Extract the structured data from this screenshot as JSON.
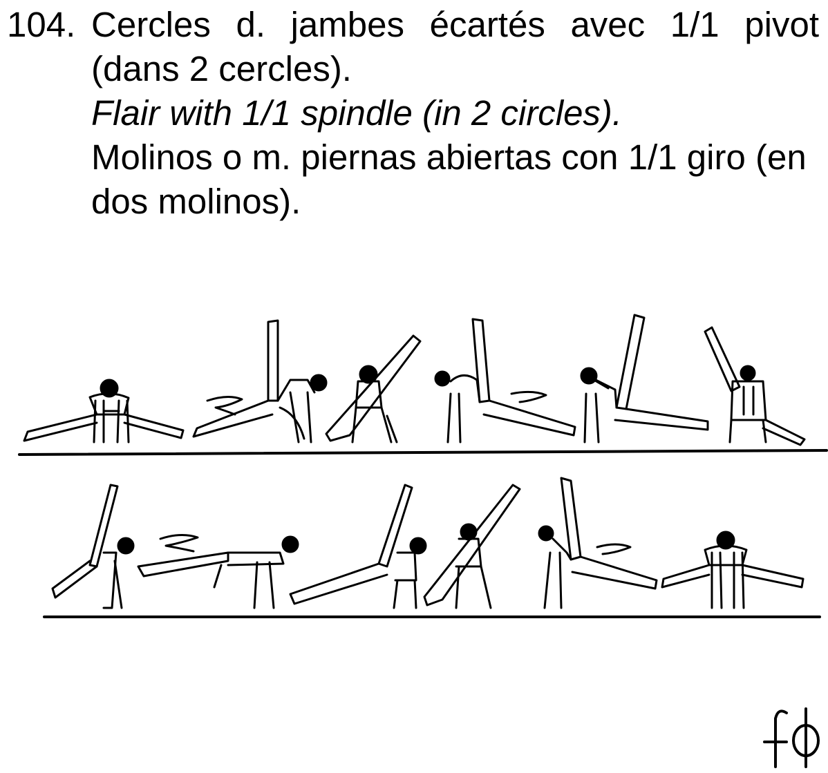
{
  "element": {
    "number": "104.",
    "text_fr": "Cercles d. jambes écartés avec 1/1 pivot (dans 2 cercles).",
    "text_en": "Flair with 1/1 spindle (in 2 circles).",
    "text_es": "Molinos o m. piernas abiertas con 1/1 giro (en dos molinos)."
  },
  "illustration": {
    "rows": 2,
    "figures_per_row": 6,
    "stroke_color": "#000000"
  },
  "logo": {
    "mark": "fϕ"
  }
}
